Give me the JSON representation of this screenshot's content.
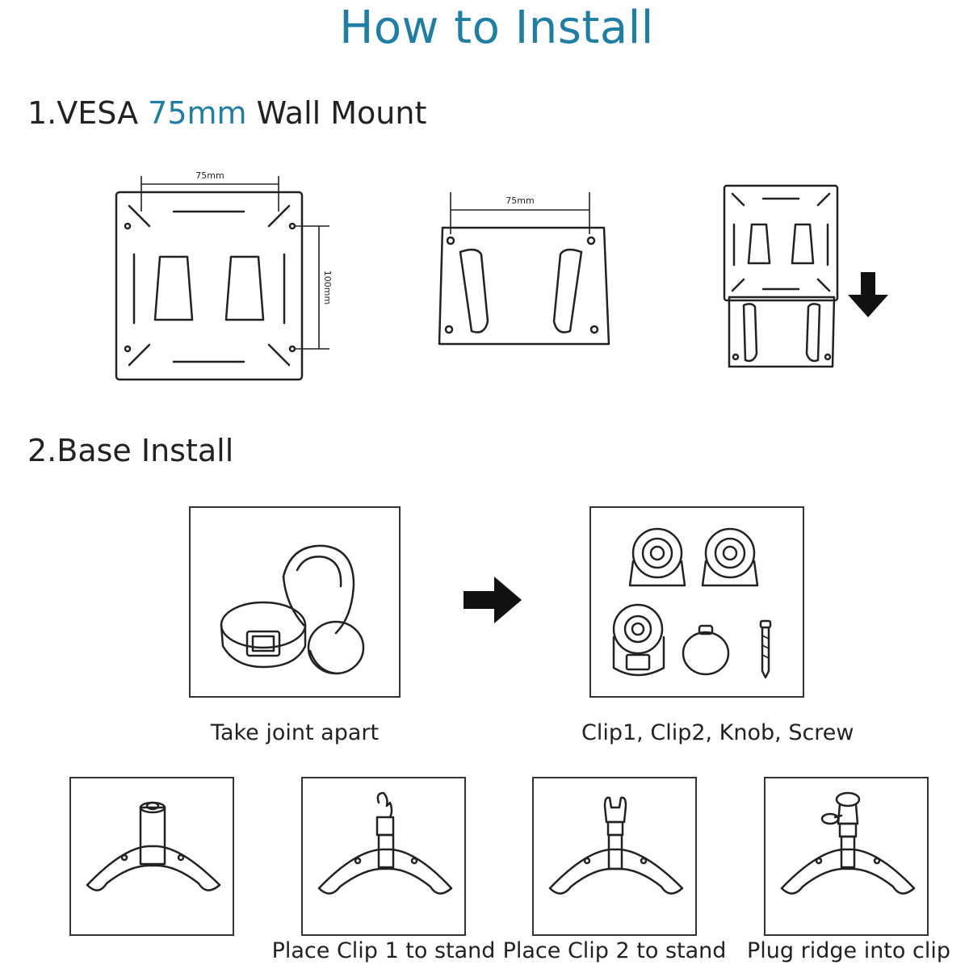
{
  "page": {
    "title": "How to Install"
  },
  "section1": {
    "prefix": "1.VESA ",
    "accent": "75mm",
    "suffix": " Wall Mount",
    "accent_color": "#1f7ea6",
    "dim_width_a": "75mm",
    "dim_height_a": "100mm",
    "dim_width_b": "75mm"
  },
  "section2": {
    "heading": "2.Base Install",
    "step_take_apart": "Take joint apart",
    "step_parts": "Clip1, Clip2, Knob, Screw",
    "step_clip1": "Place Clip 1 to stand",
    "step_clip2": "Place Clip 2 to stand",
    "step_plug": "Plug ridge into clip"
  },
  "icons": {
    "arrow_down": "arrow-down-icon",
    "arrow_right": "arrow-right-icon"
  }
}
